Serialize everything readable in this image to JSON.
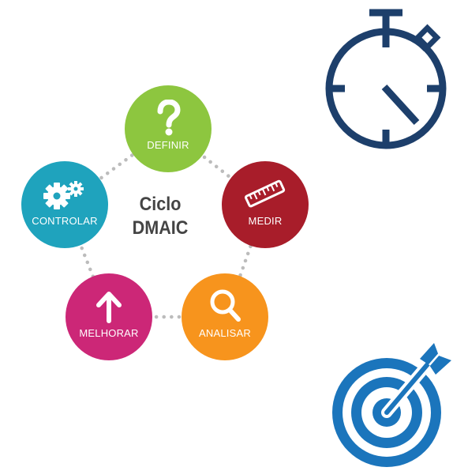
{
  "center": {
    "line1": "Ciclo",
    "line2": "DMAIC"
  },
  "steps": [
    {
      "label": "DEFINIR",
      "icon": "question-mark-icon",
      "color": "#8dc63f"
    },
    {
      "label": "MEDIR",
      "icon": "ruler-icon",
      "color": "#a81d2a"
    },
    {
      "label": "ANALISAR",
      "icon": "magnifier-icon",
      "color": "#f7941d"
    },
    {
      "label": "MELHORAR",
      "icon": "arrow-up-icon",
      "color": "#cc2777"
    },
    {
      "label": "CONTROLAR",
      "icon": "gears-icon",
      "color": "#1fa3bd"
    }
  ],
  "decorations": {
    "stopwatch": {
      "icon": "stopwatch-icon",
      "color": "#1d3f6b"
    },
    "target": {
      "icon": "target-icon",
      "color": "#1b75bc"
    }
  },
  "connector_color": "#bcbcbc"
}
